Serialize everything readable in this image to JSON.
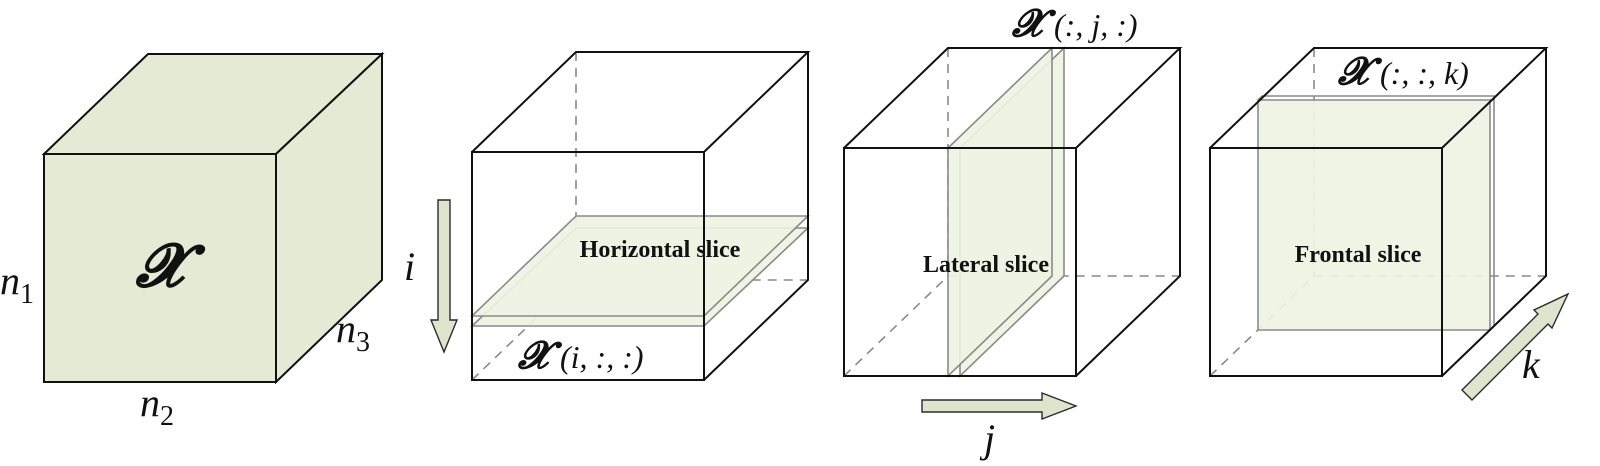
{
  "cube": {
    "tensor_symbol": "𝓧",
    "dim1": {
      "base": "n",
      "sub": "1"
    },
    "dim2": {
      "base": "n",
      "sub": "2"
    },
    "dim3": {
      "base": "n",
      "sub": "3"
    }
  },
  "horizontal": {
    "label": "Horizontal slice",
    "tensor_symbol": "𝓧",
    "index_text": "(i,  :,  :)",
    "arrow_label": "i"
  },
  "lateral": {
    "label": "Lateral slice",
    "tensor_symbol": "𝓧",
    "index_text": "(:, j,  :)",
    "arrow_label": "j"
  },
  "frontal": {
    "label": "Frontal slice",
    "tensor_symbol": "𝓧",
    "index_text": "(:,  :, k)",
    "arrow_label": "k"
  },
  "colors": {
    "fill": "#e4ead4",
    "slice": "#eef3e2",
    "arrow": "#dde6cc",
    "edge": "#111111"
  }
}
